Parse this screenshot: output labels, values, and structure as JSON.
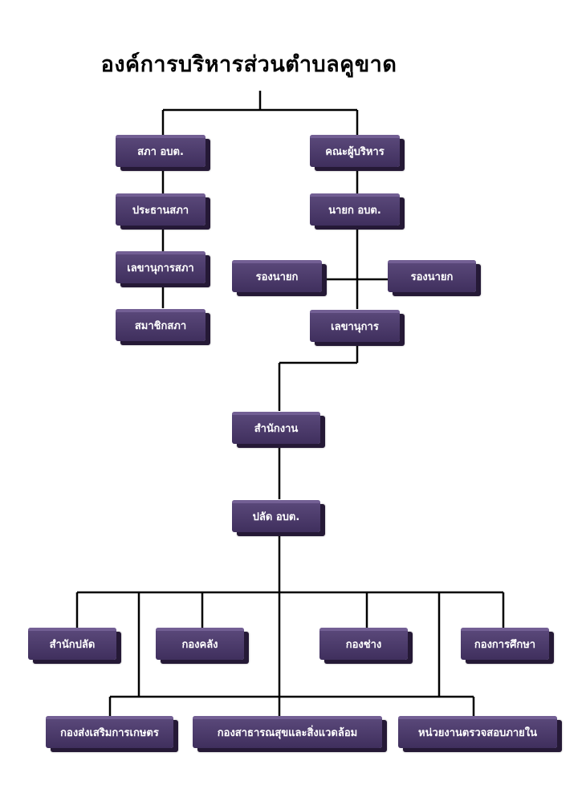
{
  "title": "องค์การบริหารส่วนตำบลคูขาด",
  "boxes": {
    "council": "สภา อบต.",
    "council_chair": "ประธานสภา",
    "council_secretary": "เลขานุการสภา",
    "council_member": "สมาชิกสภา",
    "executives": "คณะผู้บริหาร",
    "mayor": "นายก อบต.",
    "deputy_mayor_left": "รองนายก",
    "deputy_mayor_right": "รองนายก",
    "secretary": "เลขานุการ",
    "office": "สำนักงาน",
    "chief_admin": "ปลัด อบต.",
    "chief_admin_office": "สำนักปลัด",
    "finance_div": "กองคลัง",
    "engineering_div": "กองช่าง",
    "education_div": "กองการศึกษา",
    "agriculture_div": "กองส่งเสริมการเกษตร",
    "health_div": "กองสาธารณสุขและสิ่งแวดล้อม",
    "audit_unit": "หน่วยงานตรวจสอบภายใน"
  },
  "colors": {
    "box_fill": "#4a3a68",
    "box_shadow": "#251936",
    "line": "#000000"
  }
}
